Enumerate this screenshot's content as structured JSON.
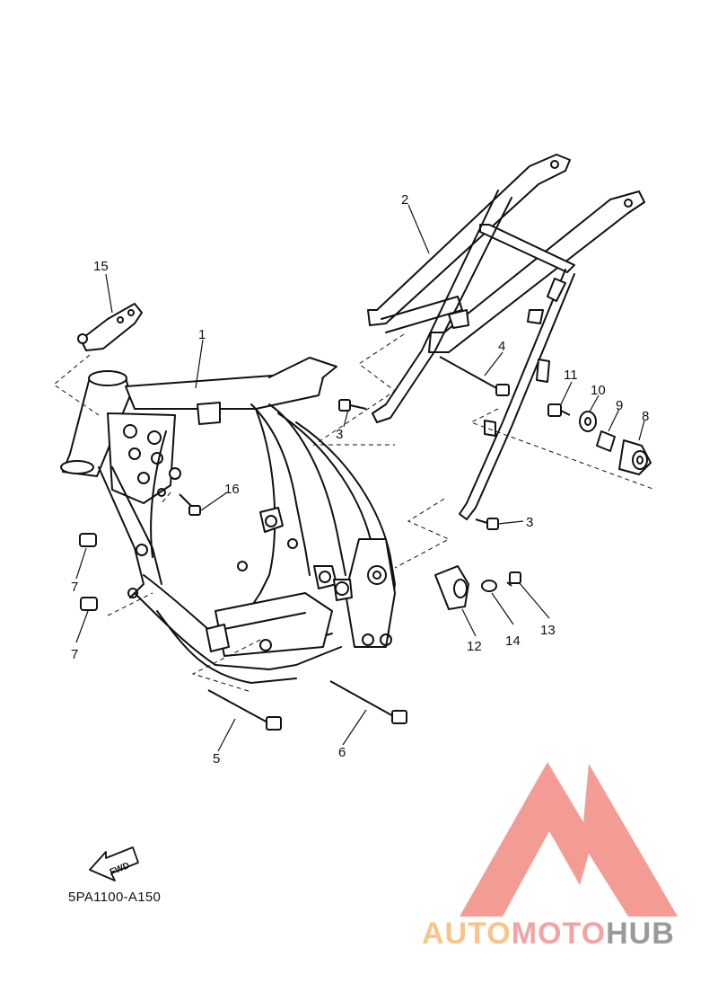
{
  "diagram": {
    "callouts": [
      {
        "id": "1",
        "label": "1"
      },
      {
        "id": "2",
        "label": "2"
      },
      {
        "id": "3a",
        "label": "3"
      },
      {
        "id": "3b",
        "label": "3"
      },
      {
        "id": "4",
        "label": "4"
      },
      {
        "id": "5",
        "label": "5"
      },
      {
        "id": "6",
        "label": "6"
      },
      {
        "id": "7a",
        "label": "7"
      },
      {
        "id": "7b",
        "label": "7"
      },
      {
        "id": "8",
        "label": "8"
      },
      {
        "id": "9",
        "label": "9"
      },
      {
        "id": "10",
        "label": "10"
      },
      {
        "id": "11",
        "label": "11"
      },
      {
        "id": "12",
        "label": "12"
      },
      {
        "id": "13",
        "label": "13"
      },
      {
        "id": "14",
        "label": "14"
      },
      {
        "id": "15",
        "label": "15"
      },
      {
        "id": "16",
        "label": "16"
      }
    ],
    "fwd_text": "FWD",
    "drawing_code": "5PA1100-A150"
  },
  "watermark": {
    "part1": "AUTO",
    "part2": "MOTO",
    "part3": "HUB",
    "logo_color": "#f28b82",
    "text_color_1": "#f7c58a",
    "text_color_2": "#f3a3a3",
    "text_color_3": "#9a9a9a"
  }
}
